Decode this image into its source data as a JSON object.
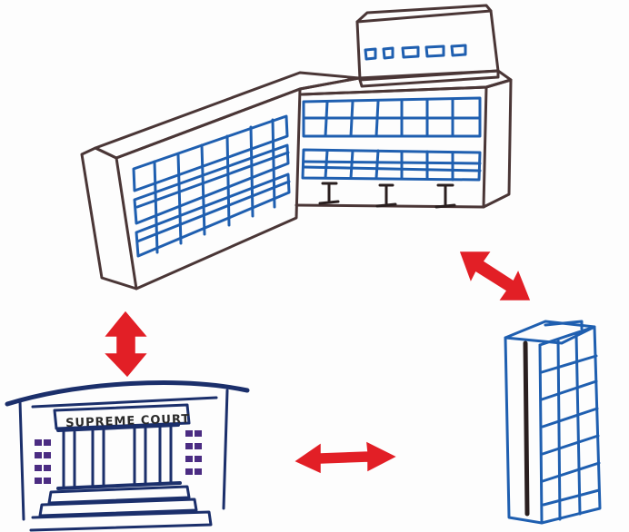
{
  "colors": {
    "outline": "#4a3636",
    "window_blue": "#1f5fb0",
    "dark_pillar": "#2a1f1f",
    "arrow_red": "#e21f26",
    "window_purple": "#4b2c82",
    "roof_navy": "#1b2f6b"
  },
  "buildings": [
    {
      "name": "large-office-building"
    },
    {
      "name": "courthouse-building",
      "sign_text": "SUPREME COURT"
    },
    {
      "name": "tall-tower-building"
    }
  ],
  "arrows": [
    {
      "name": "arrow-office-tower",
      "type": "double-headed"
    },
    {
      "name": "arrow-office-courthouse",
      "type": "double-headed"
    },
    {
      "name": "arrow-courthouse-tower",
      "type": "double-headed"
    }
  ]
}
